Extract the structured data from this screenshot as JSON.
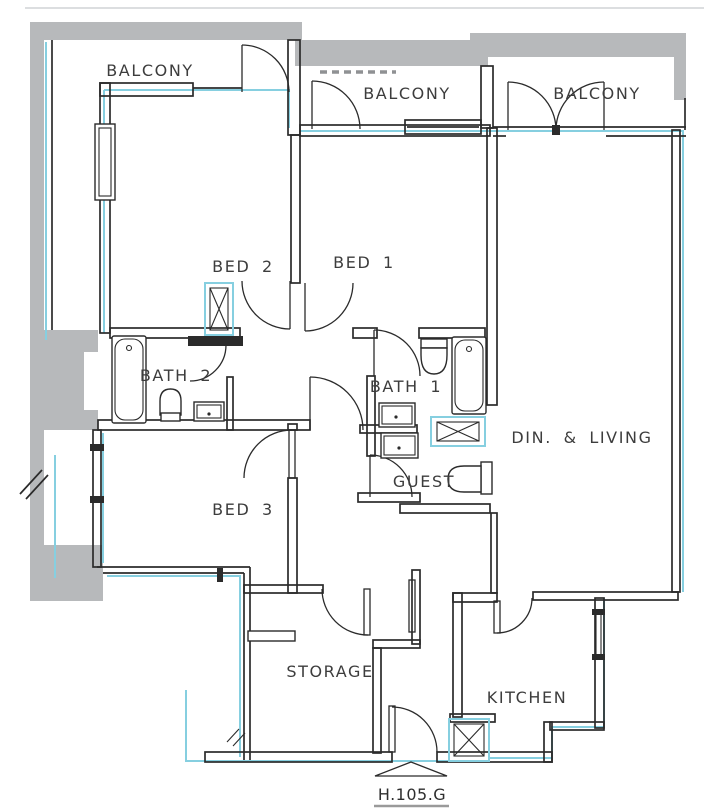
{
  "title": "Apartment unit floor plan",
  "colors": {
    "wall": "#2b2b2b",
    "exterior_wall": "#b7b9bb",
    "insulation_line": "#86cfe0",
    "label_text": "#3d3d3d"
  },
  "rooms": {
    "balcony_left": {
      "label": "BALCONY"
    },
    "balcony_mid": {
      "label": "BALCONY"
    },
    "balcony_right": {
      "label": "BALCONY"
    },
    "bed1": {
      "label": "BED 1"
    },
    "bed2": {
      "label": "BED 2"
    },
    "bed3": {
      "label": "BED 3"
    },
    "bath1": {
      "label": "BATH 1"
    },
    "bath2": {
      "label": "BATH 2"
    },
    "guest": {
      "label": "GUEST"
    },
    "din_living": {
      "label": "DIN. & LIVING"
    },
    "storage": {
      "label": "STORAGE"
    },
    "kitchen": {
      "label": "KITCHEN"
    }
  },
  "unit_marker": {
    "label": "H.105.G"
  }
}
